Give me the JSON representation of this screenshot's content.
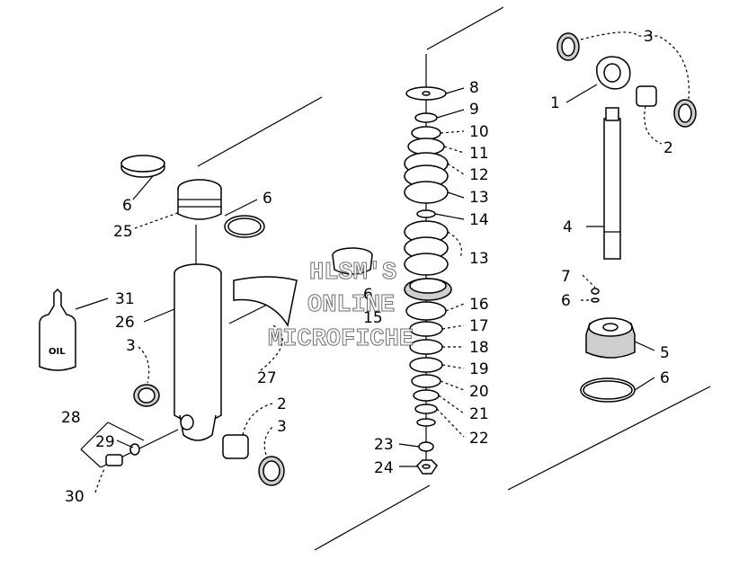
{
  "watermark": {
    "line1": "HLSM'S",
    "line2": "ONLINE",
    "line3": "MICROFICHE"
  },
  "oil_label": "OIL",
  "callouts": [
    {
      "id": "c8",
      "text": "8"
    },
    {
      "id": "c9",
      "text": "9"
    },
    {
      "id": "c10",
      "text": "10"
    },
    {
      "id": "c11",
      "text": "11"
    },
    {
      "id": "c12",
      "text": "12"
    },
    {
      "id": "c13a",
      "text": "13"
    },
    {
      "id": "c14",
      "text": "14"
    },
    {
      "id": "c13b",
      "text": "13"
    },
    {
      "id": "c6m",
      "text": "6"
    },
    {
      "id": "c15",
      "text": "15"
    },
    {
      "id": "c16",
      "text": "16"
    },
    {
      "id": "c17",
      "text": "17"
    },
    {
      "id": "c18",
      "text": "18"
    },
    {
      "id": "c19",
      "text": "19"
    },
    {
      "id": "c20",
      "text": "20"
    },
    {
      "id": "c21",
      "text": "21"
    },
    {
      "id": "c22",
      "text": "22"
    },
    {
      "id": "c23",
      "text": "23"
    },
    {
      "id": "c24",
      "text": "24"
    },
    {
      "id": "c3r",
      "text": "3"
    },
    {
      "id": "c1",
      "text": "1"
    },
    {
      "id": "c2r",
      "text": "2"
    },
    {
      "id": "c4",
      "text": "4"
    },
    {
      "id": "c7",
      "text": "7"
    },
    {
      "id": "c6r",
      "text": "6"
    },
    {
      "id": "c5",
      "text": "5"
    },
    {
      "id": "c6rb",
      "text": "6"
    },
    {
      "id": "c6l",
      "text": "6"
    },
    {
      "id": "c6l2",
      "text": "6"
    },
    {
      "id": "c25",
      "text": "25"
    },
    {
      "id": "c31",
      "text": "31"
    },
    {
      "id": "c26",
      "text": "26"
    },
    {
      "id": "c3l",
      "text": "3"
    },
    {
      "id": "c27",
      "text": "27"
    },
    {
      "id": "c28",
      "text": "28"
    },
    {
      "id": "c29",
      "text": "29"
    },
    {
      "id": "c2l",
      "text": "2"
    },
    {
      "id": "c3l2",
      "text": "3"
    },
    {
      "id": "c30",
      "text": "30"
    }
  ]
}
